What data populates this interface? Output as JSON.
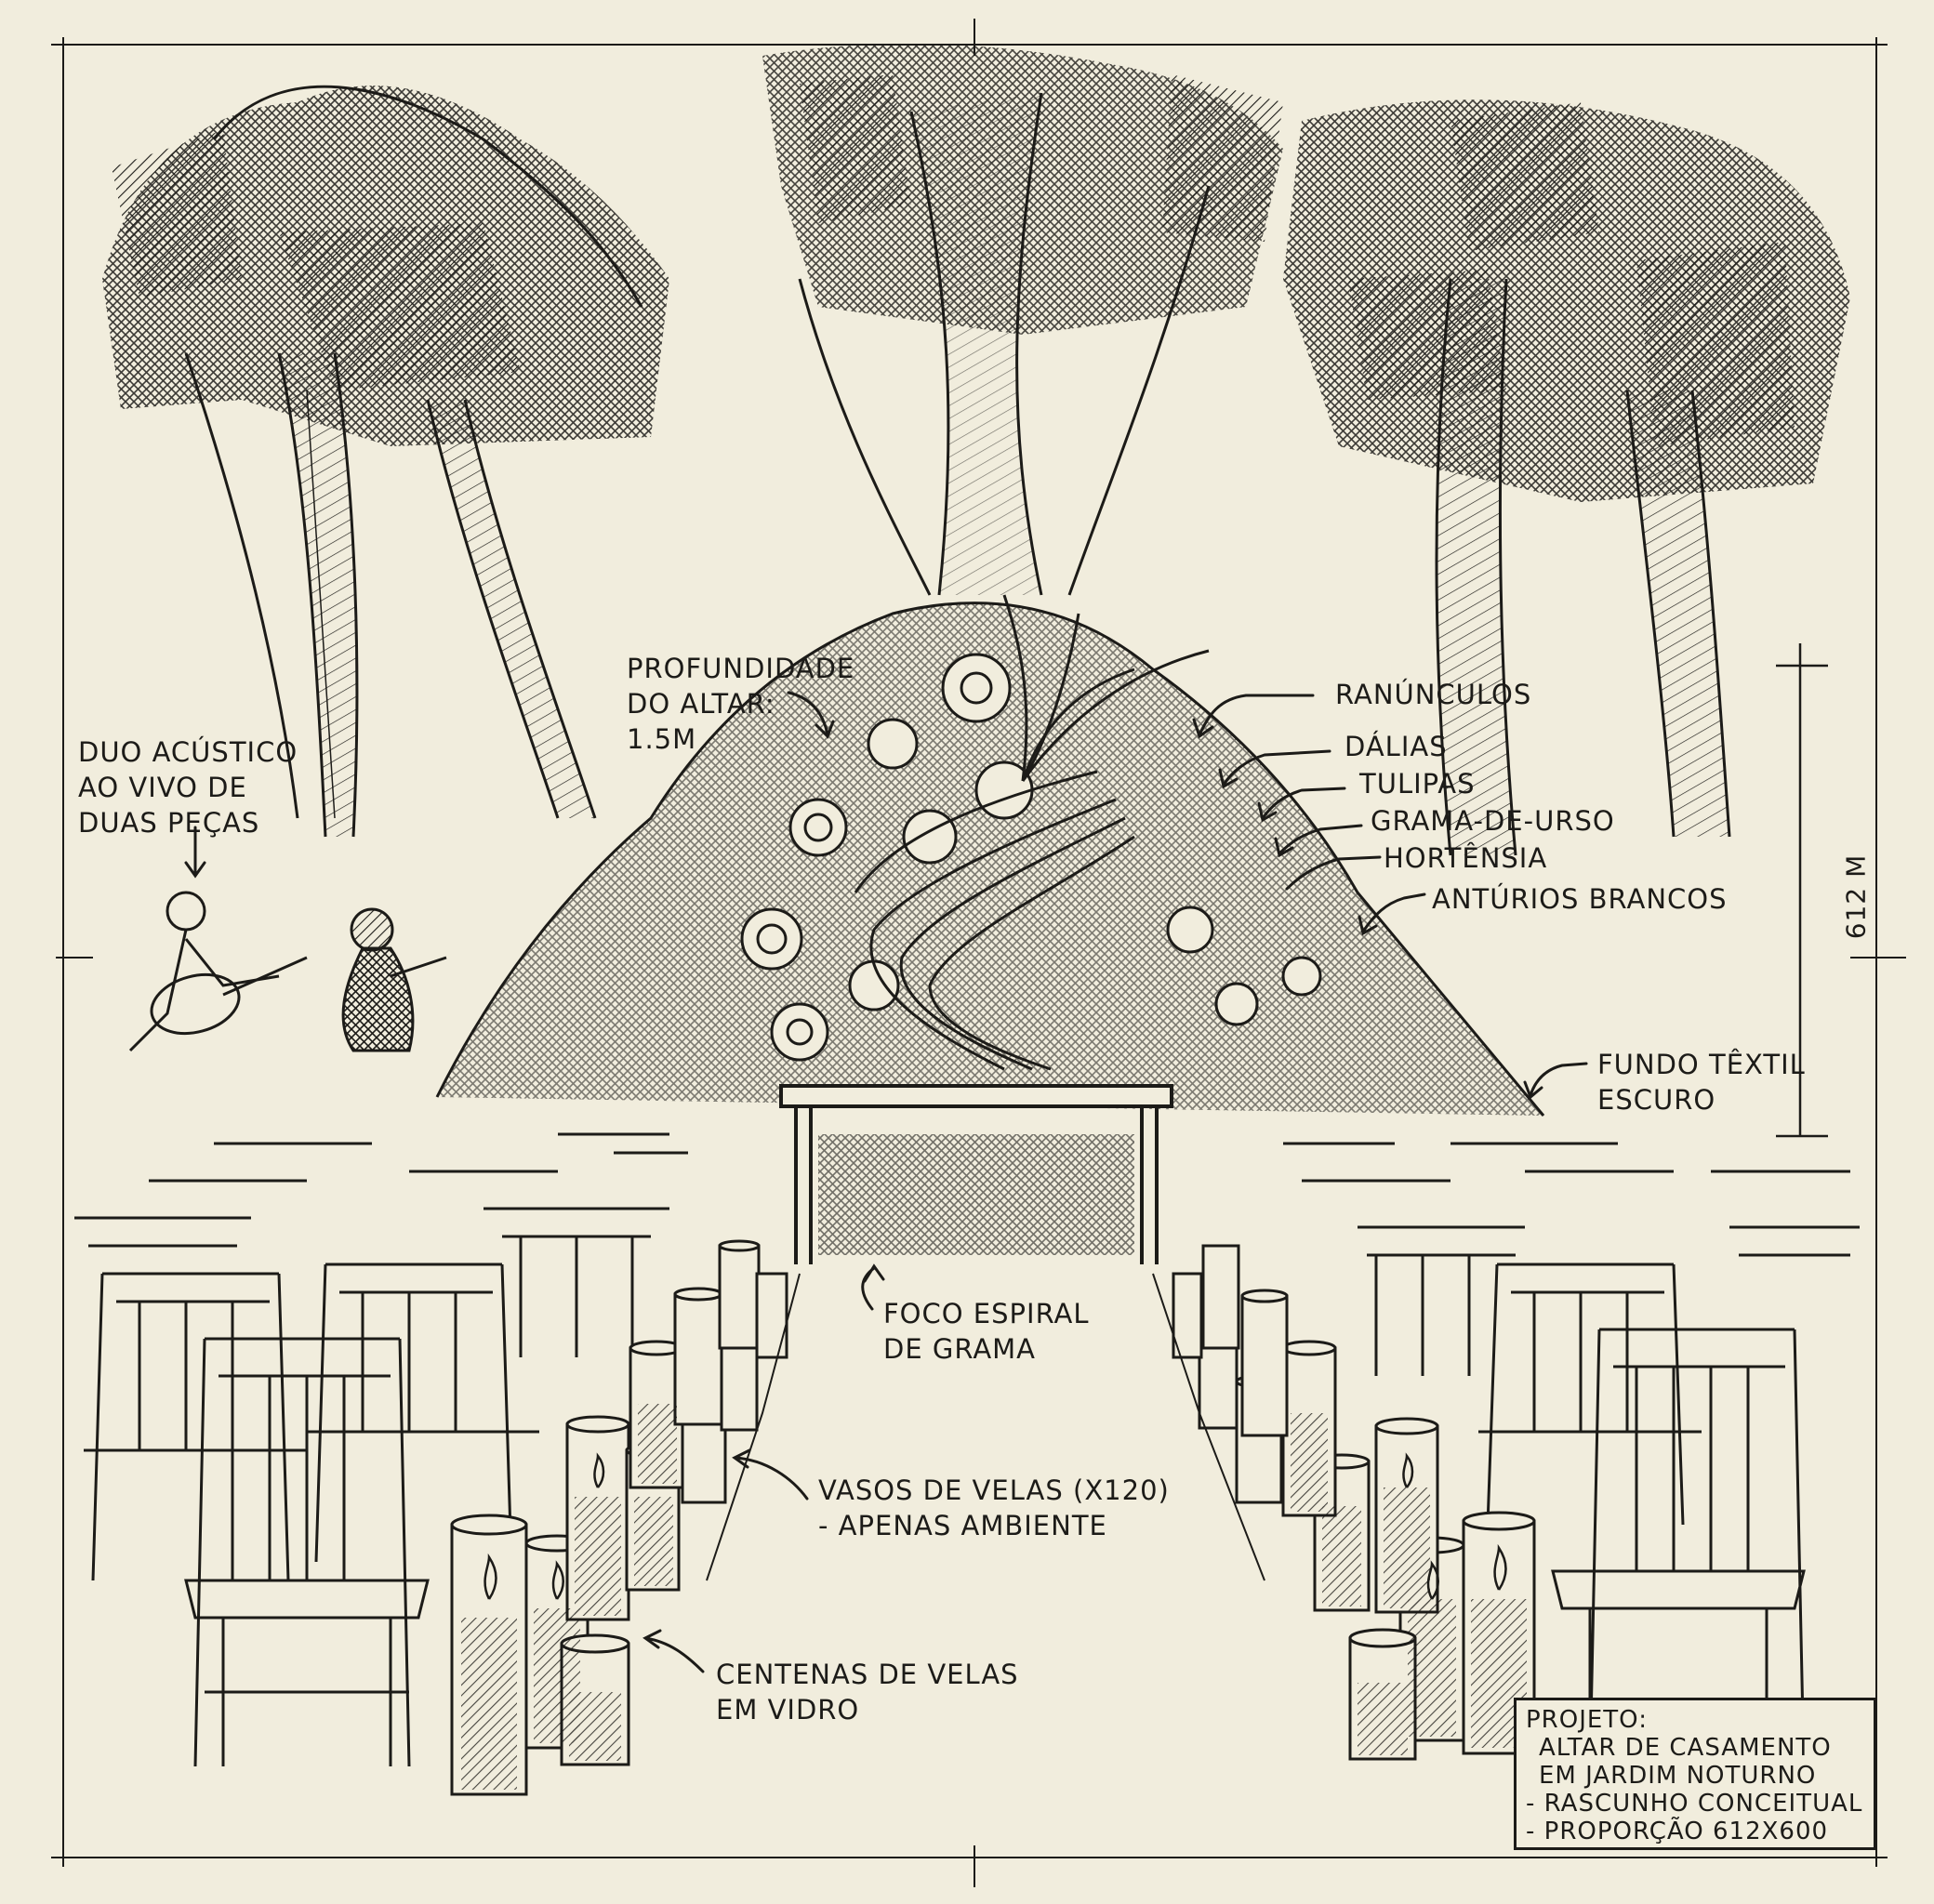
{
  "labels": {
    "musicians": [
      "DUO ACÚSTICO",
      "AO VIVO DE",
      "DUAS PEÇAS"
    ],
    "depth": [
      "PROFUNDIDADE",
      "DO ALTAR:",
      "1.5M"
    ],
    "ranunculos": "RANÚNCULOS",
    "dalias": "DÁLIAS",
    "tulipas": "TULIPAS",
    "grama": "GRAMA-DE-URSO",
    "hortensia": "HORTÊNSIA",
    "anturios": "ANTÚRIOS BRANCOS",
    "fundo": [
      "FUNDO TÊXTIL",
      "ESCURO"
    ],
    "foco": [
      "FOCO ESPIRAL",
      "DE GRAMA"
    ],
    "vasos": [
      "VASOS DE VELAS (X120)",
      "- APENAS AMBIENTE"
    ],
    "centenas": [
      "CENTENAS DE VELAS",
      "EM VIDRO"
    ]
  },
  "dimension": "612 M",
  "title_block": {
    "header": "PROJETO:",
    "line1": "ALTAR DE CASAMENTO",
    "line2": "EM JARDIM NOTURNO",
    "line3": "- RASCUNHO CONCEITUAL",
    "line4": "- PROPORÇÃO 612X600"
  },
  "colors": {
    "paper": "#f1eddd",
    "ink": "#1c1b18"
  }
}
